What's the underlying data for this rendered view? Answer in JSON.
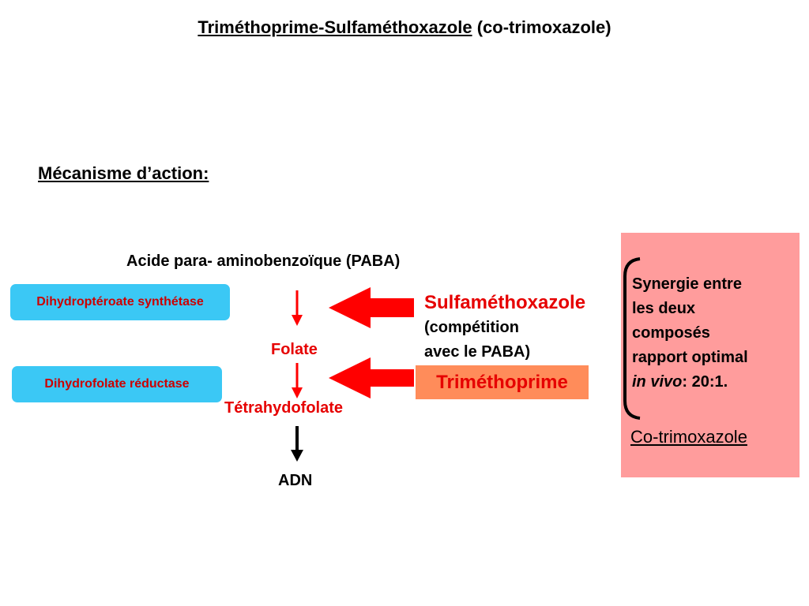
{
  "title": {
    "main": "Triméthoprime-Sulfaméthoxazole",
    "sub": "(co-trimoxazole)"
  },
  "section_heading": "Mécanisme d’action:",
  "pathway": {
    "substrate": "Acide para- aminobenzoïque (PABA)",
    "intermediate": "Folate",
    "product": "Tétrahydofolate",
    "final": "ADN"
  },
  "enzymes": [
    {
      "label": "Dihydroptéroate synthétase"
    },
    {
      "label": "Dihydrofolate réductase"
    }
  ],
  "inhibitors": {
    "sulfa": {
      "name": "Sulfaméthoxazole",
      "note_line1": "(compétition",
      "note_line2": "avec le PABA)"
    },
    "trim": {
      "name": "Triméthoprime"
    }
  },
  "synergy": {
    "line1": "Synergie entre",
    "line2": "les deux",
    "line3": "composés",
    "line4": "rapport optimal",
    "italic": "in vivo",
    "ratio": ": 20:1.",
    "brand": "Co-trimoxazole"
  },
  "colors": {
    "enzyme_bg": "#3bc8f5",
    "enzyme_text": "#cc0000",
    "arrow_red": "#ff0000",
    "panel_bg": "#ff9c9c",
    "trim_box": "#ff8c5a"
  }
}
